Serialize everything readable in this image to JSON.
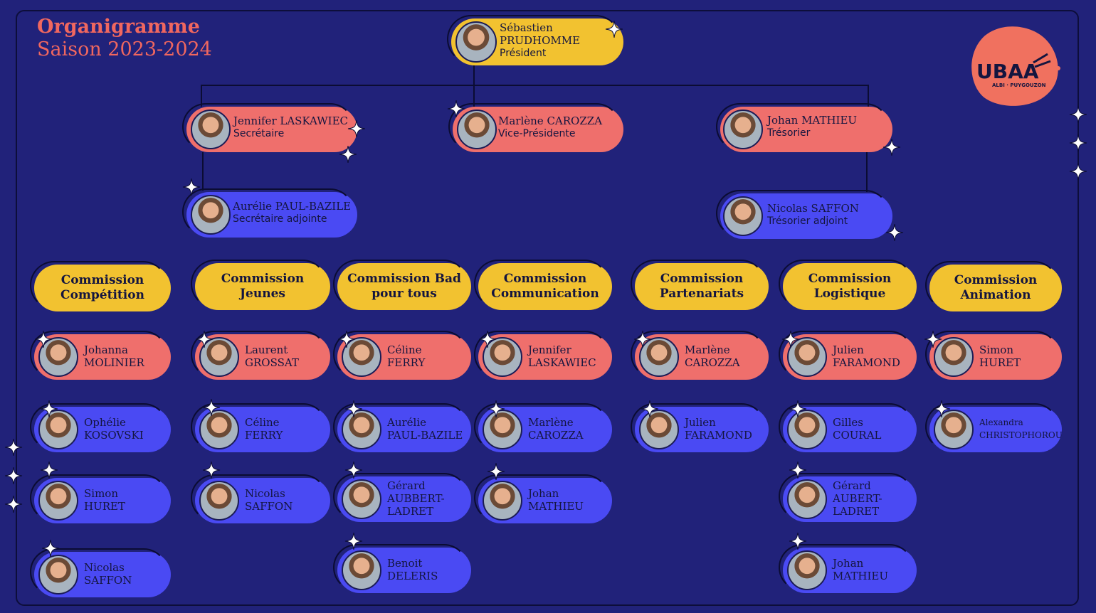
{
  "title": {
    "line1": "Organigramme",
    "line2": "Saison 2023-2024"
  },
  "logo": {
    "text": "UBAA",
    "subtext": "ALBI · PUYGOUZON",
    "color": "#f0715f"
  },
  "colors": {
    "background": "#21227a",
    "yellow": "#f2c230",
    "red": "#ef6f6c",
    "blue": "#4a4af3"
  },
  "bureau": {
    "president": {
      "first": "Sébastien",
      "last": "PRUDHOMME",
      "role": "Président"
    },
    "secretaire": {
      "name": "Jennifer LASKAWIEC",
      "role": "Secrétaire"
    },
    "vice_president": {
      "name": "Marlène CAROZZA",
      "role": "Vice-Présidente"
    },
    "tresorier": {
      "name": "Johan MATHIEU",
      "role": "Trésorier"
    },
    "secretaire_adjointe": {
      "name": "Aurélie PAUL-BAZILE",
      "role": "Secrétaire adjointe"
    },
    "tresorier_adjoint": {
      "name": "Nicolas SAFFON",
      "role": "Trésorier adjoint"
    }
  },
  "commissions": [
    {
      "label1": "Commission",
      "label2": "Compétition",
      "members": [
        {
          "first": "Johanna",
          "last": "MOLINIER"
        },
        {
          "first": "Ophélie",
          "last": "KOSOVSKI"
        },
        {
          "first": "Simon",
          "last": "HURET"
        },
        {
          "first": "Nicolas",
          "last": "SAFFON"
        }
      ]
    },
    {
      "label1": "Commission",
      "label2": "Jeunes",
      "members": [
        {
          "first": "Laurent",
          "last": "GROSSAT"
        },
        {
          "first": "Céline",
          "last": "FERRY"
        },
        {
          "first": "Nicolas",
          "last": "SAFFON"
        }
      ]
    },
    {
      "label1": "Commission Bad",
      "label2": "pour tous",
      "members": [
        {
          "first": "Céline",
          "last": "FERRY"
        },
        {
          "first": "Aurélie",
          "last": "PAUL-BAZILE"
        },
        {
          "first": "Gérard",
          "last": "AUBBERT-",
          "last2": "LADRET"
        },
        {
          "first": "Benoit",
          "last": "DELERIS"
        }
      ]
    },
    {
      "label1": "Commission",
      "label2": "Communication",
      "members": [
        {
          "first": "Jennifer",
          "last": "LASKAWIEC"
        },
        {
          "first": "Marlène",
          "last": "CAROZZA"
        },
        {
          "first": "Johan",
          "last": "MATHIEU"
        }
      ]
    },
    {
      "label1": "Commission",
      "label2": "Partenariats",
      "members": [
        {
          "first": "Marlène",
          "last": "CAROZZA"
        },
        {
          "first": "Julien",
          "last": "FARAMOND"
        }
      ]
    },
    {
      "label1": "Commission",
      "label2": "Logistique",
      "members": [
        {
          "first": "Julien",
          "last": "FARAMOND"
        },
        {
          "first": "Gilles",
          "last": "COURAL"
        },
        {
          "first": "Gérard",
          "last": "AUBERT-",
          "last2": "LADRET"
        },
        {
          "first": "Johan",
          "last": "MATHIEU"
        }
      ]
    },
    {
      "label1": "Commission",
      "label2": "Animation",
      "members": [
        {
          "first": "Simon",
          "last": "HURET"
        },
        {
          "first": "Alexandra",
          "last": "CHRISTOPHOROU"
        }
      ]
    }
  ]
}
